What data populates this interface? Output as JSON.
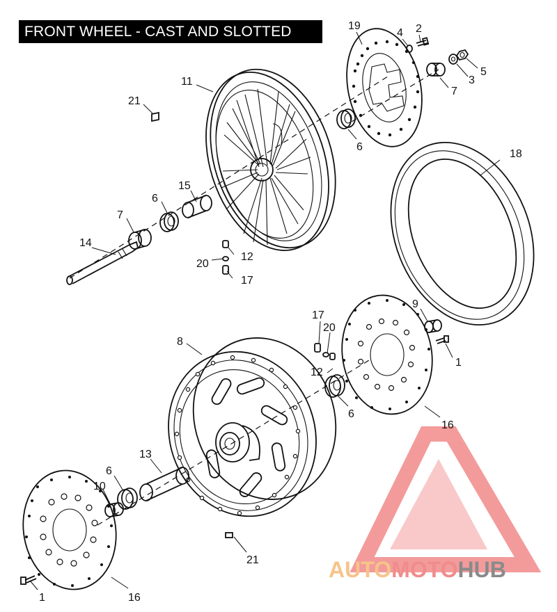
{
  "title": "FRONT WHEEL - CAST AND SLOTTED",
  "callouts": [
    {
      "id": "c-2",
      "label": "2"
    },
    {
      "id": "c-4",
      "label": "4"
    },
    {
      "id": "c-19",
      "label": "19"
    },
    {
      "id": "c-5",
      "label": "5"
    },
    {
      "id": "c-3",
      "label": "3"
    },
    {
      "id": "c-7a",
      "label": "7"
    },
    {
      "id": "c-11",
      "label": "11"
    },
    {
      "id": "c-21a",
      "label": "21"
    },
    {
      "id": "c-6a",
      "label": "6"
    },
    {
      "id": "c-18",
      "label": "18"
    },
    {
      "id": "c-15",
      "label": "15"
    },
    {
      "id": "c-6b",
      "label": "6"
    },
    {
      "id": "c-7b",
      "label": "7"
    },
    {
      "id": "c-14",
      "label": "14"
    },
    {
      "id": "c-12a",
      "label": "12"
    },
    {
      "id": "c-20a",
      "label": "20"
    },
    {
      "id": "c-17a",
      "label": "17"
    },
    {
      "id": "c-9",
      "label": "9"
    },
    {
      "id": "c-17b",
      "label": "17"
    },
    {
      "id": "c-20b",
      "label": "20"
    },
    {
      "id": "c-1a",
      "label": "1"
    },
    {
      "id": "c-8",
      "label": "8"
    },
    {
      "id": "c-12b",
      "label": "12"
    },
    {
      "id": "c-6c",
      "label": "6"
    },
    {
      "id": "c-16a",
      "label": "16"
    },
    {
      "id": "c-13",
      "label": "13"
    },
    {
      "id": "c-6d",
      "label": "6"
    },
    {
      "id": "c-10",
      "label": "10"
    },
    {
      "id": "c-21b",
      "label": "21"
    },
    {
      "id": "c-1b",
      "label": "1"
    },
    {
      "id": "c-16b",
      "label": "16"
    }
  ],
  "watermark": {
    "text_part1": "AUTO",
    "text_part2": "MOTO",
    "text_part3": "HUB",
    "colors": {
      "auto": "#f6c48a",
      "moto": "#f08c8c",
      "hub": "#8a8a8a",
      "logo": "#f28a8a"
    }
  }
}
